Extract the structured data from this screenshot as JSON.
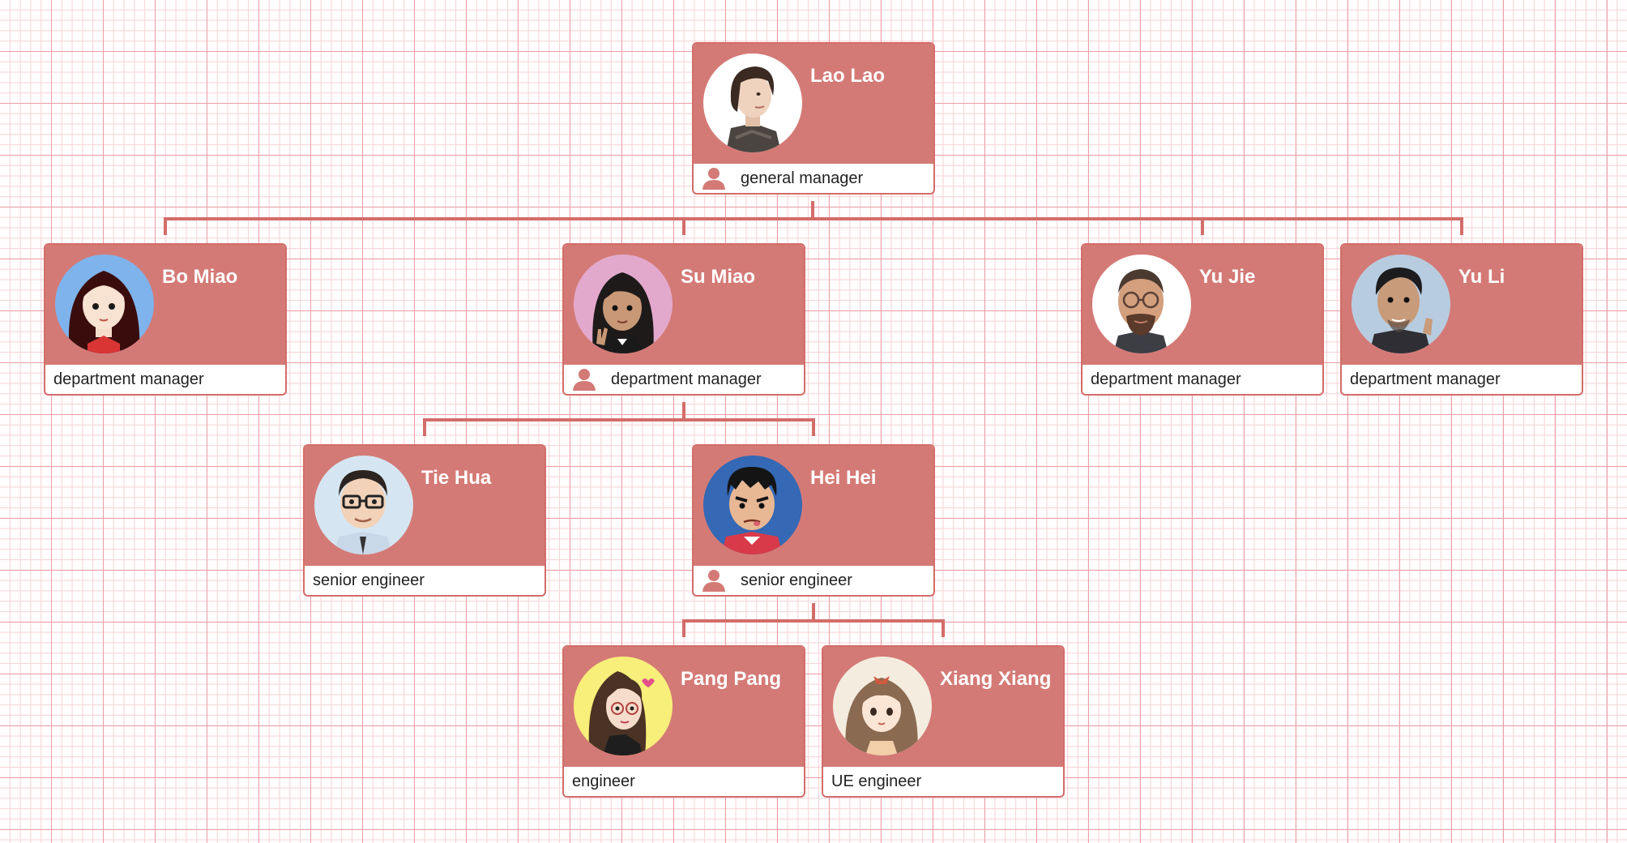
{
  "colors": {
    "node_fill": "#d47a76",
    "node_border": "#d36d6a",
    "connector": "#d36d6a"
  },
  "nodes": [
    {
      "id": "lao-lao",
      "name": "Lao Lao",
      "role": "general manager",
      "icon": "person-icon",
      "avatar": "avatar-lao-lao",
      "parent": null
    },
    {
      "id": "bo-miao",
      "name": "Bo Miao",
      "role": "department manager",
      "avatar": "avatar-bo-miao",
      "parent": "lao-lao"
    },
    {
      "id": "su-miao",
      "name": "Su Miao",
      "role": "department manager",
      "icon": "person-icon",
      "avatar": "avatar-su-miao",
      "parent": "lao-lao"
    },
    {
      "id": "yu-jie",
      "name": "Yu Jie",
      "role": "department manager",
      "avatar": "avatar-yu-jie",
      "parent": "lao-lao"
    },
    {
      "id": "yu-li",
      "name": "Yu Li",
      "role": "department manager",
      "avatar": "avatar-yu-li",
      "parent": "lao-lao"
    },
    {
      "id": "tie-hua",
      "name": "Tie Hua",
      "role": "senior engineer",
      "avatar": "avatar-tie-hua",
      "parent": "su-miao"
    },
    {
      "id": "hei-hei",
      "name": "Hei Hei",
      "role": "senior engineer",
      "icon": "person-icon",
      "avatar": "avatar-hei-hei",
      "parent": "su-miao"
    },
    {
      "id": "pang-pang",
      "name": "Pang Pang",
      "role": "engineer",
      "avatar": "avatar-pang-pang",
      "parent": "hei-hei"
    },
    {
      "id": "xiang-xiang",
      "name": "Xiang Xiang",
      "role": "UE engineer",
      "avatar": "avatar-xiang-xiang",
      "parent": "hei-hei"
    }
  ]
}
